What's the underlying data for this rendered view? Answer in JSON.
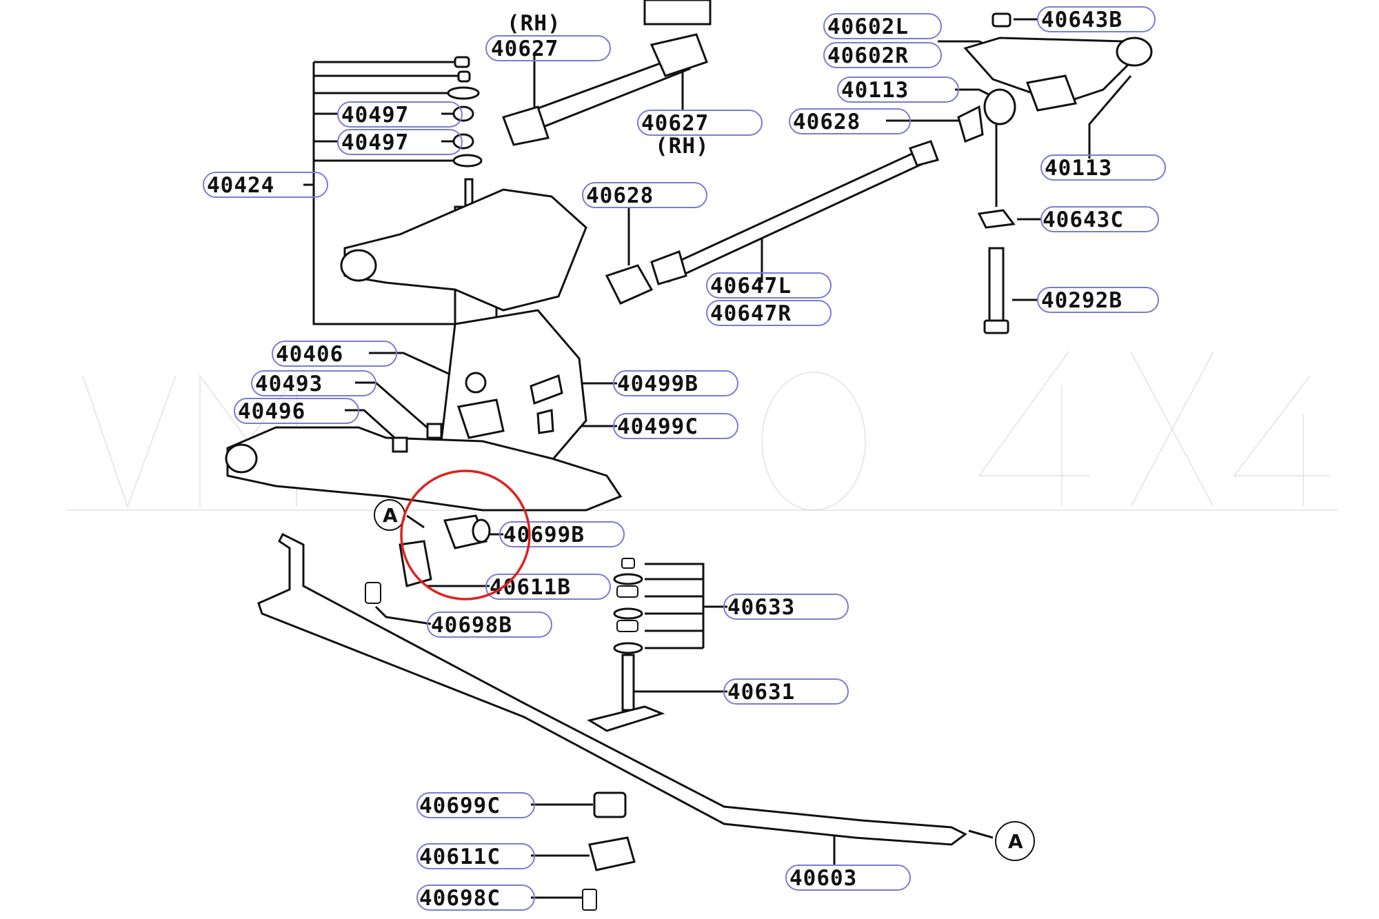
{
  "diagram": {
    "accent_circle_color": "#e02020",
    "pill_color": "#7a7ad8",
    "labels": {
      "l_40602L": "40602L",
      "l_40602R": "40602R",
      "l_40643B": "40643B",
      "l_rh_top": "(RH)",
      "l_40627_a": "40627",
      "l_40627_b": "40627",
      "l_rh_bottom": "(RH)",
      "l_40113_a": "40113",
      "l_40628_a": "40628",
      "l_40113_b": "40113",
      "l_40497_a": "40497",
      "l_40497_b": "40497",
      "l_40424": "40424",
      "l_40628_b": "40628",
      "l_40643C": "40643C",
      "l_40647L": "40647L",
      "l_40647R": "40647R",
      "l_40292B": "40292B",
      "l_40406": "40406",
      "l_40493": "40493",
      "l_40496": "40496",
      "l_40499B": "40499B",
      "l_40499C": "40499C",
      "l_40699B": "40699B",
      "l_40611B": "40611B",
      "l_40633": "40633",
      "l_40698B": "40698B",
      "l_40631": "40631",
      "l_40699C": "40699C",
      "l_40611C": "40611C",
      "l_40698C": "40698C",
      "l_40603": "40603",
      "ref_a_left": "A",
      "ref_a_right": "A"
    }
  }
}
